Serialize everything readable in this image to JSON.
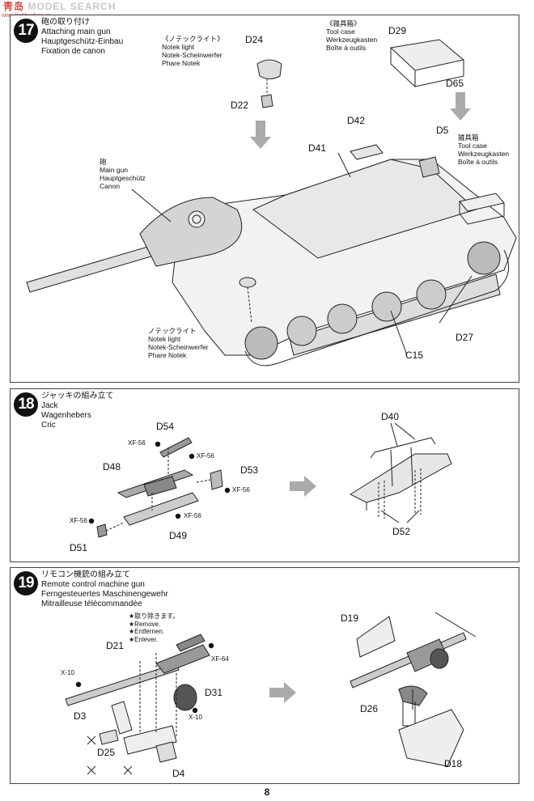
{
  "watermark": {
    "brand_cn": "靑岛",
    "brand_en": "MODEL SEARCH",
    "url": "www.hobbyshow.cn"
  },
  "step17": {
    "number": "17",
    "titles": [
      "砲の取り付け",
      "Attaching main gun",
      "Hauptgeschütz-Einbau",
      "Fixation de canon"
    ],
    "notek_top": [
      "《ノテックライト》",
      "Notek light",
      "Notek-Scheinwerfer",
      "Phare Notek"
    ],
    "toolcase_top": [
      "《雑具箱》",
      "Tool case",
      "Werkzeugkasten",
      "Boîte à outils"
    ],
    "toolcase_right": [
      "雑具箱",
      "Tool case",
      "Werkzeugkasten",
      "Boîte à outils"
    ],
    "main_gun": [
      "砲",
      "Main gun",
      "Hauptgeschütz",
      "Canon"
    ],
    "notek_bottom": [
      "ノテックライト",
      "Notek light",
      "Notek-Scheinwerfer",
      "Phare Notek"
    ],
    "parts": {
      "d24": "D24",
      "d22": "D22",
      "d29": "D29",
      "d65": "D65",
      "d42": "D42",
      "d41": "D41",
      "d5": "D5",
      "d27": "D27",
      "c15": "C15"
    }
  },
  "step18": {
    "number": "18",
    "titles": [
      "ジャッキの組み立て",
      "Jack",
      "Wagenhebers",
      "Cric"
    ],
    "parts": {
      "d54": "D54",
      "d48": "D48",
      "d53": "D53",
      "d49": "D49",
      "d51": "D51",
      "d40": "D40",
      "d52": "D52"
    },
    "paint": "XF-56"
  },
  "step19": {
    "number": "19",
    "titles": [
      "リモコン機銃の組み立て",
      "Remote control machine gun",
      "Ferngesteuertes Maschinengewehr",
      "Mitrailleuse télécommandée"
    ],
    "remove_notes": [
      "★取り除きます。",
      "★Remove.",
      "★Entfernen.",
      "★Enlever."
    ],
    "parts": {
      "d21": "D21",
      "d31": "D31",
      "d3": "D3",
      "d25": "D25",
      "d4": "D4",
      "d19": "D19",
      "d26": "D26",
      "d18": "D18"
    },
    "paint_x10": "X-10",
    "paint_xf64": "XF-64"
  },
  "page_number": "8"
}
